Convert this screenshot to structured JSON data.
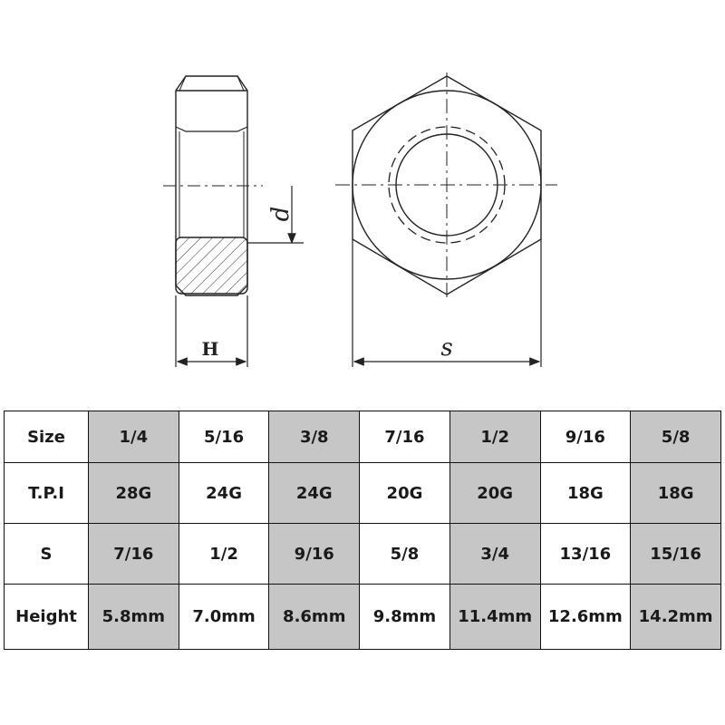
{
  "drawing": {
    "label_height": "H",
    "label_thread": "d",
    "label_width_across_flats": "s"
  },
  "table": {
    "rows": [
      {
        "header": "Size",
        "cells": [
          "1/4",
          "5/16",
          "3/8",
          "7/16",
          "1/2",
          "9/16",
          "5/8"
        ]
      },
      {
        "header": "T.P.I",
        "cells": [
          "28G",
          "24G",
          "24G",
          "20G",
          "20G",
          "18G",
          "18G"
        ]
      },
      {
        "header": "S",
        "cells": [
          "7/16",
          "1/2",
          "9/16",
          "5/8",
          "3/4",
          "13/16",
          "15/16"
        ]
      },
      {
        "header": "Height",
        "cells": [
          "5.8mm",
          "7.0mm",
          "8.6mm",
          "9.8mm",
          "11.4mm",
          "12.6mm",
          "14.2mm"
        ]
      }
    ],
    "shaded_columns": [
      0,
      2,
      4,
      6
    ],
    "shade_color": "#c6c6c6"
  }
}
